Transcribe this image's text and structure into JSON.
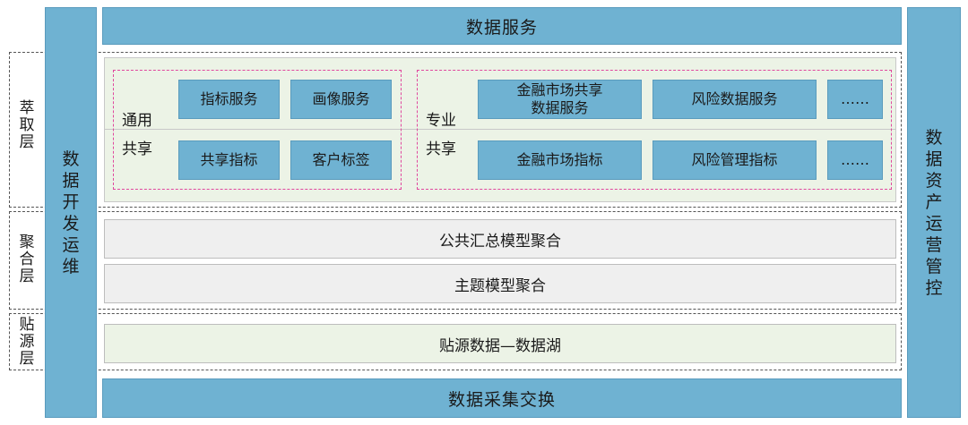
{
  "top_bar": "数据服务",
  "bottom_bar": "数据采集交换",
  "left_column": "数据开发运维",
  "right_column": "数据资产运营管控",
  "layers": {
    "extract": "萃取层",
    "aggregate": "聚合层",
    "source": "贴源层"
  },
  "general": {
    "label_top": "通用",
    "label_bottom": "共享",
    "items": [
      "指标服务",
      "画像服务",
      "共享指标",
      "客户标签"
    ]
  },
  "professional": {
    "label_top": "专业",
    "label_bottom": "共享",
    "items": [
      "金融市场共享\n数据服务",
      "风险数据服务",
      "……",
      "金融市场指标",
      "风险管理指标",
      "……"
    ]
  },
  "aggregate_bars": [
    "公共汇总模型聚合",
    "主题模型聚合"
  ],
  "source_bar": "贴源数据—数据湖"
}
